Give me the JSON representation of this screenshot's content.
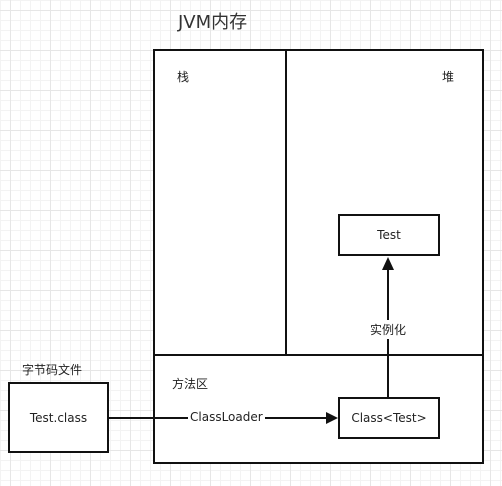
{
  "title": "JVM内存",
  "regions": {
    "stack": "栈",
    "heap": "堆",
    "method_area": "方法区"
  },
  "bytecode_file_label": "字节码文件",
  "nodes": {
    "test_class": "Test.class",
    "class_test": "Class<Test>",
    "test_instance": "Test"
  },
  "edges": {
    "classloader": "ClassLoader",
    "instantiate": "实例化"
  }
}
